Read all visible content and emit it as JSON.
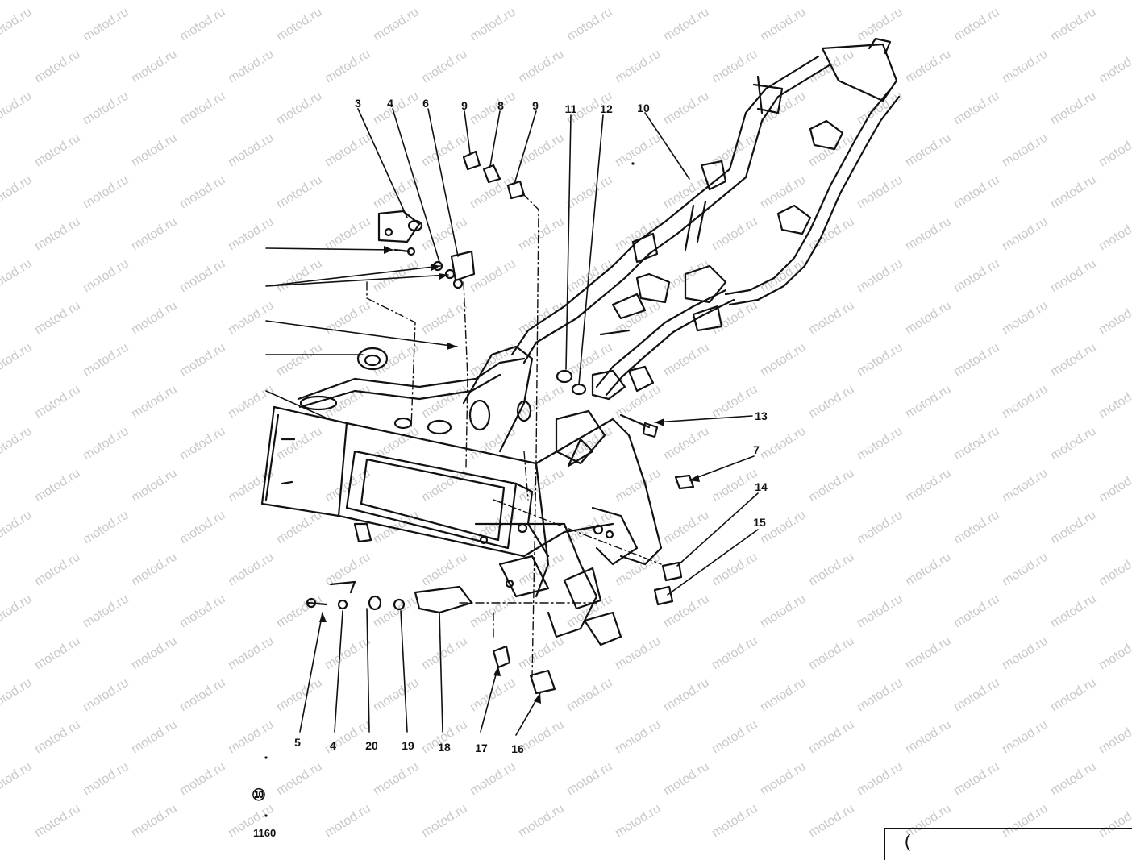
{
  "watermark": "motod.ru",
  "footer": {
    "code": "1160",
    "logo_glyph": "⑩",
    "corner_glyph": "("
  },
  "callouts": {
    "c3": "3",
    "c4_top": "4",
    "c6": "6",
    "c9_left": "9",
    "c8": "8",
    "c9_right": "9",
    "c11": "11",
    "c12": "12",
    "c10": "10",
    "c13": "13",
    "c7": "7",
    "c14": "14",
    "c15": "15",
    "c5_bottom": "5",
    "c4_bottom": "4",
    "c20": "20",
    "c19": "19",
    "c18": "18",
    "c17": "17",
    "c16": "16"
  },
  "colors": {
    "ink": "#111111",
    "watermark": "#c9c9c9",
    "background": "#ffffff"
  }
}
